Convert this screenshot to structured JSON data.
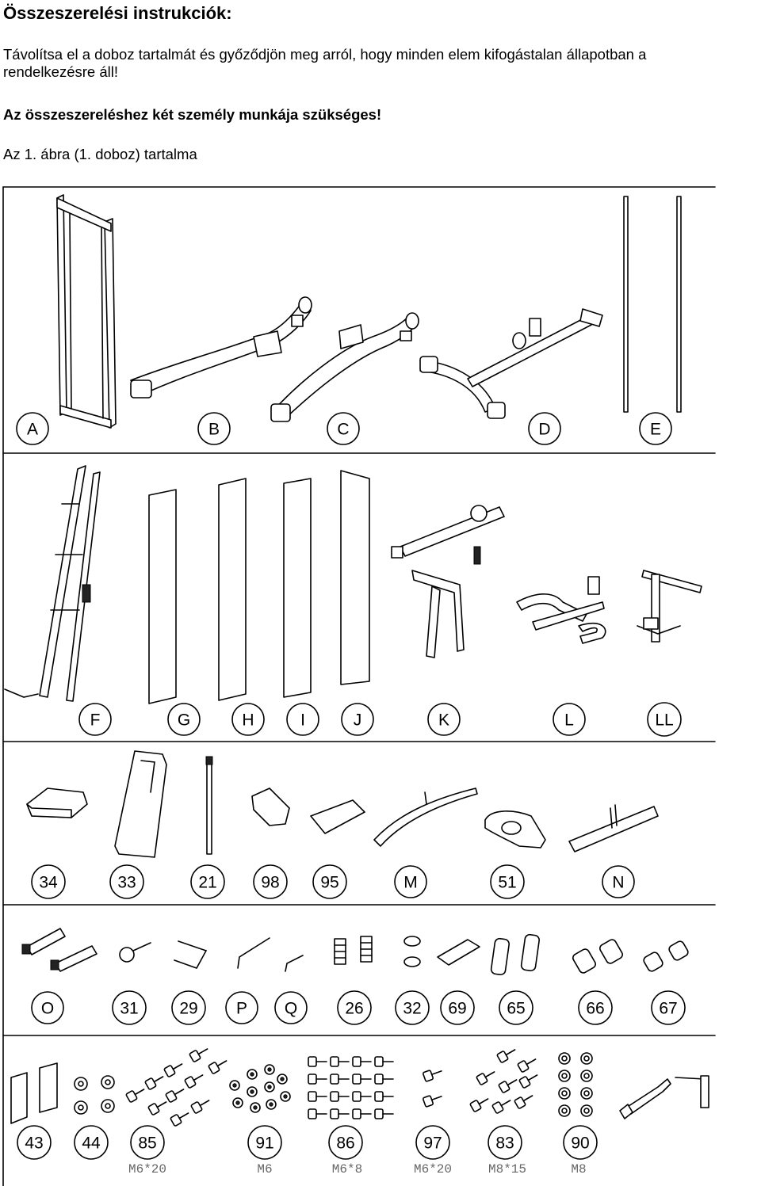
{
  "document": {
    "heading": "Összeszerelési instrukciók:",
    "intro_line1": "Távolítsa el a doboz tartalmát és győződjön meg arról, hogy minden elem kifogástalan állapotban a",
    "intro_line2": "rendelkezésre áll!",
    "warning": "Az összeszereléshez két személy munkája szükséges!",
    "figure_caption": "Az 1. ábra (1. doboz) tartalma"
  },
  "parts": {
    "row1": [
      "A",
      "B",
      "C",
      "D",
      "E"
    ],
    "row2": [
      "F",
      "G",
      "H",
      "I",
      "J",
      "K",
      "L",
      "LL"
    ],
    "row3": [
      "34",
      "33",
      "21",
      "98",
      "95",
      "M",
      "51",
      "N"
    ],
    "row4": [
      "O",
      "31",
      "29",
      "P",
      "Q",
      "26",
      "32",
      "69",
      "65",
      "66",
      "67"
    ],
    "row5": [
      "43",
      "44",
      "85",
      "91",
      "86",
      "97",
      "83",
      "90"
    ],
    "row5_specs": [
      "M6*20",
      "M6",
      "M6*8",
      "M6*20",
      "M8*15",
      "M8"
    ]
  }
}
